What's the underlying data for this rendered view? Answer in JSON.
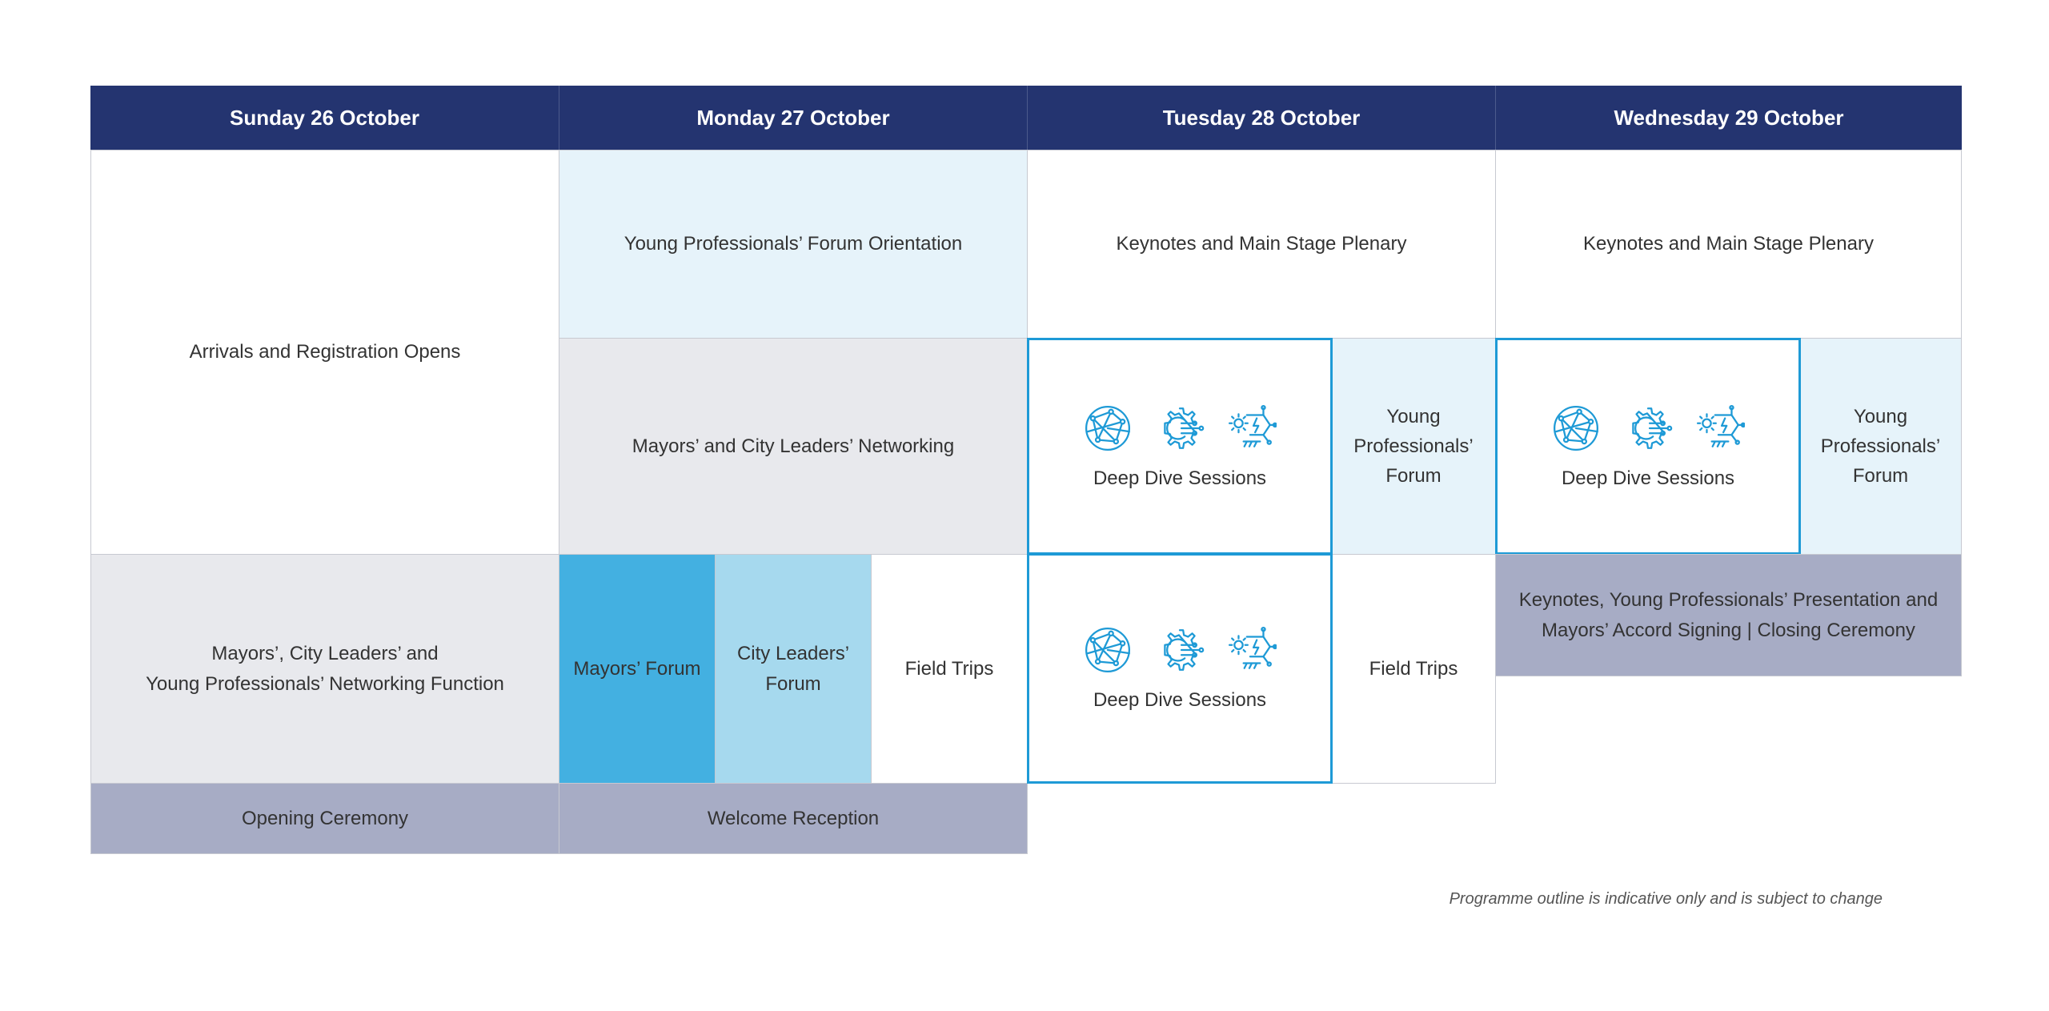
{
  "days": [
    "Sunday 26 October",
    "Monday 27 October",
    "Tuesday 28 October",
    "Wednesday 29 October"
  ],
  "sessions": {
    "sun_arrivals": "Arrivals and Registration Opens",
    "sun_networking": "Mayors’, City Leaders’ and\nYoung Professionals’ Networking Function",
    "sun_opening": "Opening Ceremony",
    "mon_yp_orientation": "Young Professionals’ Forum Orientation",
    "mon_mayors_networking": "Mayors’ and City Leaders’ Networking",
    "mon_mayors_forum": "Mayors’ Forum",
    "mon_city_leaders_forum": "City Leaders’\nForum",
    "mon_field_trips": "Field Trips",
    "mon_welcome": "Welcome Reception",
    "tue_keynotes": "Keynotes and Main Stage Plenary",
    "tue_deep_dive_1": "Deep Dive Sessions",
    "tue_yp_forum": "Young\nProfessionals’\nForum",
    "tue_deep_dive_2": "Deep Dive Sessions",
    "tue_field_trips": "Field Trips",
    "wed_keynotes": "Keynotes and Main Stage Plenary",
    "wed_deep_dive": "Deep Dive Sessions",
    "wed_yp_forum": "Young\nProfessionals’\nForum",
    "wed_closing": "Keynotes, Young Professionals’ Presentation and\nMayors’ Accord Signing  |  Closing Ceremony"
  },
  "deep_dive_icons": [
    "globe-network-icon",
    "gear-circuit-icon",
    "sun-energy-circuit-icon"
  ],
  "footnote": "Programme outline is indicative only and is subject to change",
  "colors": {
    "header": "#243470",
    "light_blue": "#e6f3fa",
    "grey": "#e8e9ed",
    "slate": "#a7acc5",
    "mayors_forum_blue": "#43b0e1",
    "city_leaders_blue": "#a6d9ee",
    "deep_dive_border": "#1e9ad6"
  }
}
